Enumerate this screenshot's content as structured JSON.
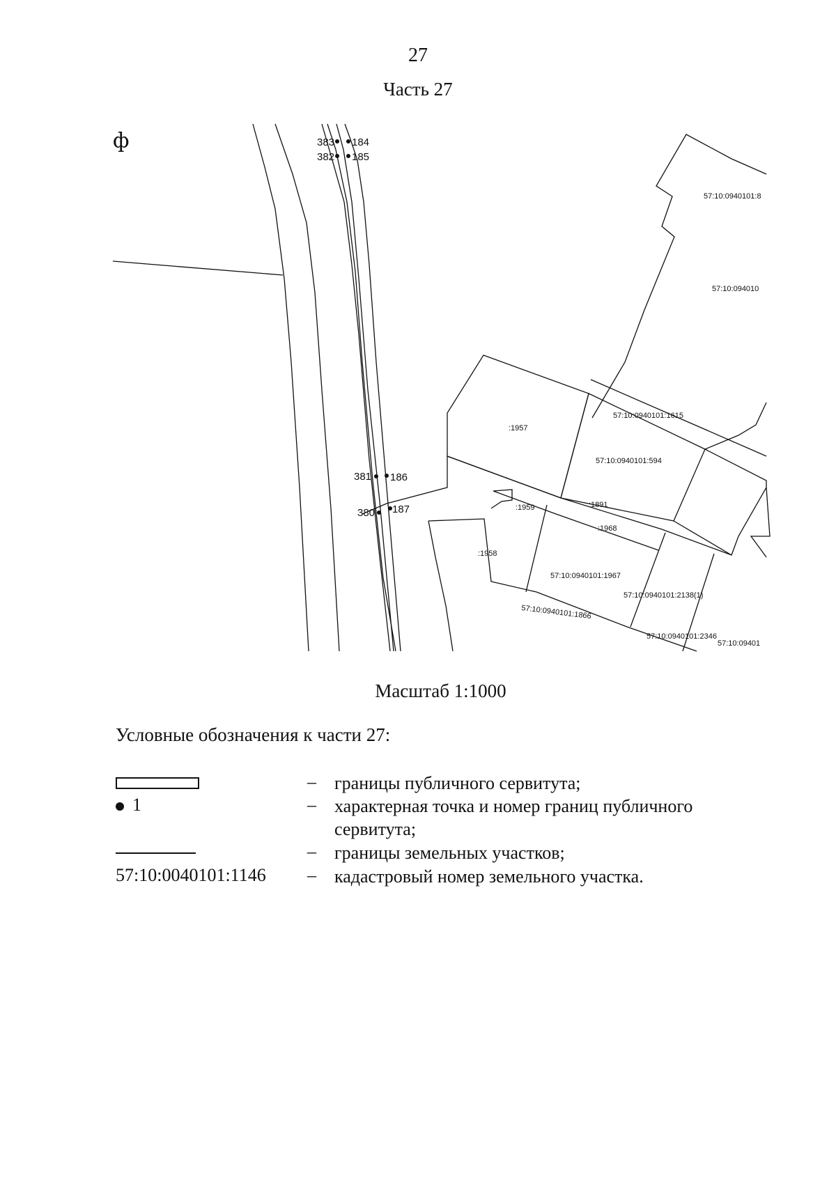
{
  "header": {
    "page_number": "27",
    "part_title": "Часть 27"
  },
  "north_symbol": "ф",
  "map": {
    "points": [
      {
        "num": "383",
        "id": "p383"
      },
      {
        "num": "184",
        "id": "p184"
      },
      {
        "num": "382",
        "id": "p382"
      },
      {
        "num": "185",
        "id": "p185"
      },
      {
        "num": "381",
        "id": "p381"
      },
      {
        "num": "186",
        "id": "p186"
      },
      {
        "num": "380",
        "id": "p380"
      },
      {
        "num": "187",
        "id": "p187"
      }
    ],
    "parcel_labels": [
      "57:10:0940101:8",
      "57:10:094010",
      "57:10:0940101:1615",
      ":1957",
      "57:10:0940101:594",
      ":1959",
      ":1891",
      ":1968",
      ":1958",
      "57:10:0940101:1967",
      "57:10:0940101:2138(1)",
      "57:10:0940101:1866",
      "57:10:0940101:2346",
      "57:10:09401"
    ]
  },
  "scale_label": "Масштаб 1:1000",
  "legend": {
    "title": "Условные обозначения к части 27:",
    "items": [
      {
        "symbol": "rectangle",
        "dash": "–",
        "text": "границы публичного сервитута;"
      },
      {
        "symbol": "1",
        "dash": "–",
        "text": "характерная точка и номер границ публичного сервитута;"
      },
      {
        "symbol": "line",
        "dash": "–",
        "text": "границы земельных участков;"
      },
      {
        "symbol": "57:10:0040101:1146",
        "dash": "–",
        "text": "кадастровый номер земельного участка."
      }
    ]
  }
}
